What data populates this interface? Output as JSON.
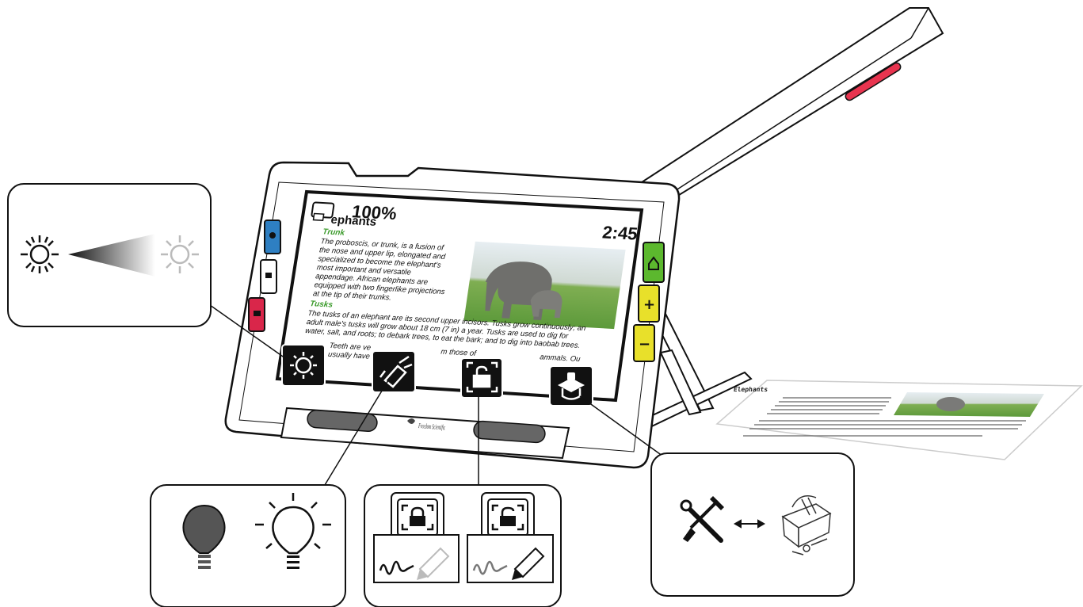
{
  "device": {
    "zoom_label": "100%",
    "title_fragment": "ephants",
    "clock": "2:45",
    "brand": "Freedom Scientific"
  },
  "screen_text": {
    "heading1": "Trunk",
    "para1": [
      "The proboscis, or trunk, is a fusion of",
      "the nose and upper lip, elongated and",
      "specialized to become the elephant's",
      "most important and versatile",
      "appendage. African elephants are",
      "equipped with two fingerlike projections",
      "at the tip of their trunks."
    ],
    "heading2": "Tusks",
    "para2": [
      "The tusks of an elephant are its second upper incisors. Tusks grow continuously; an",
      "adult male's tusks will grow about 18 cm (7 in) a year. Tusks are used to dig for",
      "water, salt, and roots; to debark trees, to eat the bark; and to dig into baobab trees."
    ],
    "para3_partial": [
      "Teeth are ve",
      "usually have",
      "m those of",
      "ammals. Ou"
    ]
  },
  "paper_card": {
    "title": "Elephants"
  },
  "icons": {
    "left_buttons": [
      "color-mode-icon",
      "freeze-icon",
      "camera-icon"
    ],
    "right_buttons": [
      "home-icon",
      "zoom-in-icon",
      "zoom-out-icon"
    ],
    "screen_buttons": [
      "brightness-icon",
      "flashlight-icon",
      "lock-frame-icon",
      "learn-mode-icon"
    ],
    "callout_brightness": [
      "sun-dark-icon",
      "sun-light-icon"
    ],
    "callout_light": [
      "bulb-off-icon",
      "bulb-on-icon"
    ],
    "callout_lock": [
      "locked-frame-icon",
      "unlocked-frame-icon",
      "signature-pen-icon"
    ],
    "callout_mode": [
      "tools-icon",
      "double-arrow-icon",
      "toolbox-icon"
    ]
  },
  "colors": {
    "blue_button": "#2e7fc2",
    "red_button": "#d9264a",
    "green_button": "#5cb82e",
    "yellow_button": "#e8e02a",
    "arm_indicator": "#e8344f",
    "heading_green": "#3a9a2a",
    "grass": "#6aa84f"
  }
}
